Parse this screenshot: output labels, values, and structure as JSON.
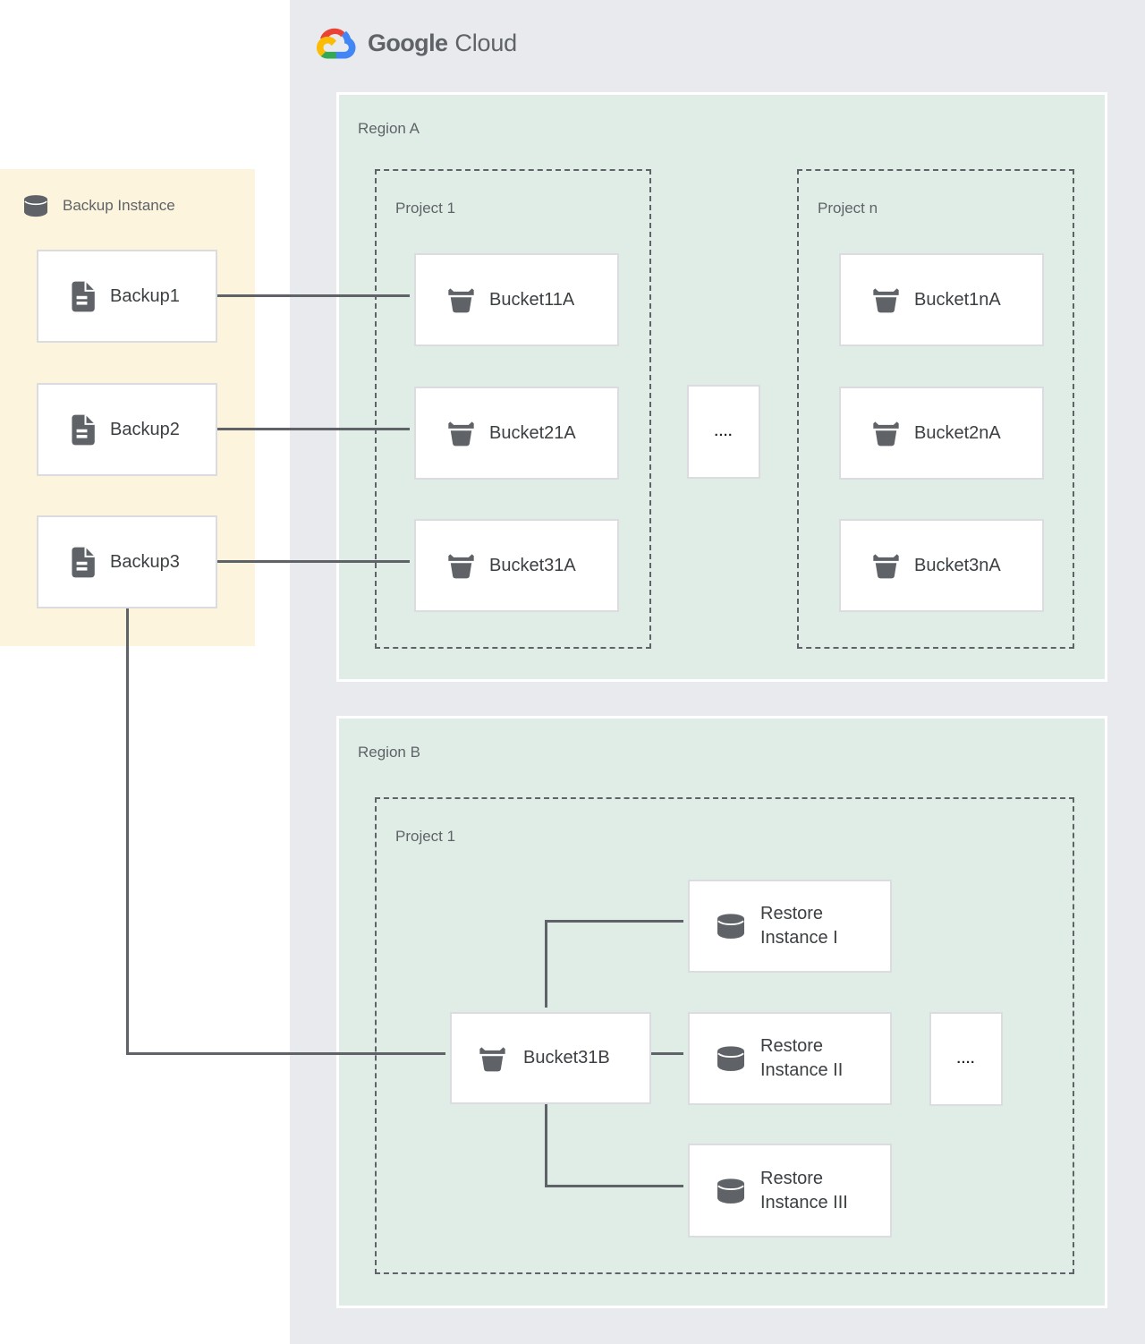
{
  "colors": {
    "canvas_bg": "#FFFFFF",
    "cloud_bg": "#E8EAED",
    "region_bg": "#E0EDE6",
    "panel_bg": "#FCF4DC",
    "card_border": "#DADCE0",
    "line": "#5F6368",
    "label_gray": "#5F6368",
    "text_dark": "#3C4043",
    "logo_blue": "#4285F4",
    "logo_red": "#EA4335",
    "logo_yellow": "#FBBC05",
    "logo_green": "#34A853"
  },
  "logo": {
    "part1": "Google",
    "part2": "Cloud"
  },
  "backup_panel": {
    "title": "Backup Instance",
    "items": [
      {
        "label": "Backup1"
      },
      {
        "label": "Backup2"
      },
      {
        "label": "Backup3"
      }
    ]
  },
  "region_a": {
    "label": "Region A",
    "project_1": {
      "label": "Project 1",
      "buckets": [
        {
          "label": "Bucket11A"
        },
        {
          "label": "Bucket21A"
        },
        {
          "label": "Bucket31A"
        }
      ]
    },
    "ellipsis": "....",
    "project_n": {
      "label": "Project n",
      "buckets": [
        {
          "label": "Bucket1nA"
        },
        {
          "label": "Bucket2nA"
        },
        {
          "label": "Bucket3nA"
        }
      ]
    }
  },
  "region_b": {
    "label": "Region B",
    "project_1": {
      "label": "Project 1",
      "bucket": {
        "label": "Bucket31B"
      },
      "restores": [
        {
          "label": "Restore Instance I"
        },
        {
          "label": "Restore Instance II"
        },
        {
          "label": "Restore Instance III"
        }
      ],
      "ellipsis": "...."
    }
  }
}
